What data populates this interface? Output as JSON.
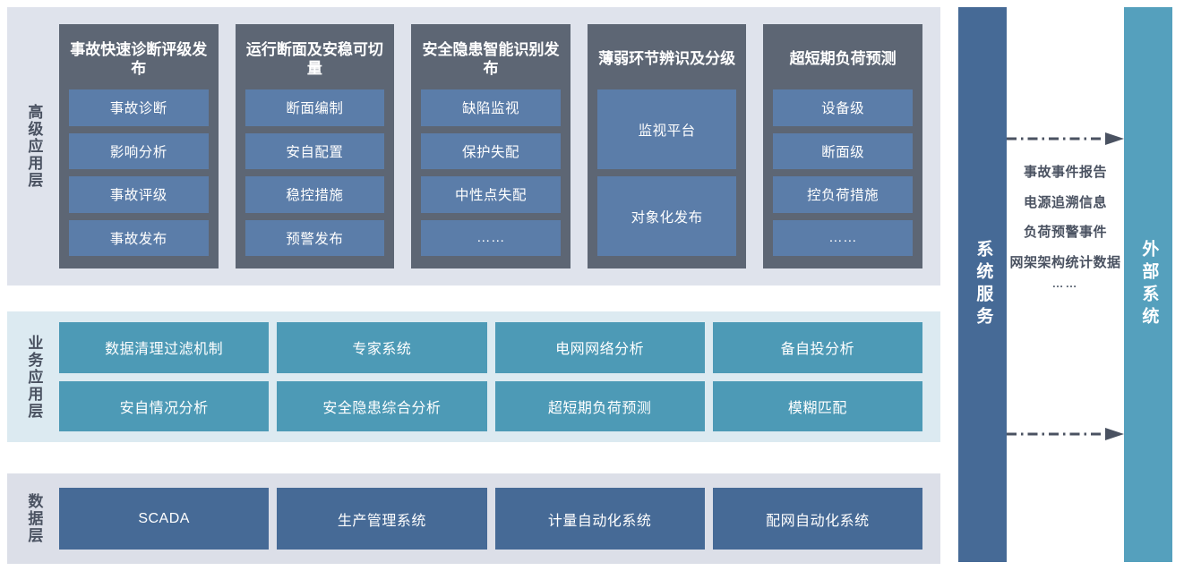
{
  "layers": [
    {
      "id": "advanced",
      "label": "高级应用层",
      "columns": [
        {
          "title": "事故快速诊断评级发布",
          "items": [
            "事故诊断",
            "影响分析",
            "事故评级",
            "事故发布"
          ]
        },
        {
          "title": "运行断面及安稳可切量",
          "items": [
            "断面编制",
            "安自配置",
            "稳控措施",
            "预警发布"
          ]
        },
        {
          "title": "安全隐患智能识别发布",
          "items": [
            "缺陷监视",
            "保护失配",
            "中性点失配",
            "……"
          ]
        },
        {
          "title": "薄弱环节辨识及分级",
          "items": [
            "监视平台",
            "对象化发布"
          ]
        },
        {
          "title": "超短期负荷预测",
          "items": [
            "设备级",
            "断面级",
            "控负荷措施",
            "……"
          ]
        }
      ]
    },
    {
      "id": "business",
      "label": "业务应用层",
      "rows": [
        [
          "数据清理过滤机制",
          "专家系统",
          "电网网络分析",
          "备自投分析"
        ],
        [
          "安自情况分析",
          "安全隐患综合分析",
          "超短期负荷预测",
          "模糊匹配"
        ]
      ]
    },
    {
      "id": "data",
      "label": "数据层",
      "cells": [
        "SCADA",
        "生产管理系统",
        "计量自动化系统",
        "配网自动化系统"
      ]
    }
  ],
  "sidebars": {
    "system_services": "系统服务",
    "external_system": "外部系统"
  },
  "connector": {
    "labels": [
      "事故事件报告",
      "电源追溯信息",
      "负荷预警事件",
      "网架架构统计数据"
    ],
    "ellipsis": "……",
    "arrows": [
      "arrow-right-top",
      "arrow-right-bottom"
    ]
  },
  "colors": {
    "panel_advanced_bg": "#dfe3ec",
    "panel_business_bg": "#dceaf1",
    "panel_data_bg": "#dcdfe8",
    "column_card": "#5d6674",
    "advanced_item": "#5b7da9",
    "business_item": "#4d9ab6",
    "data_item": "#466a96",
    "system_services_bar": "#466a96",
    "external_system_bar": "#55a0bd",
    "label_text": "#4a5261",
    "arrow": "#4a5261"
  }
}
